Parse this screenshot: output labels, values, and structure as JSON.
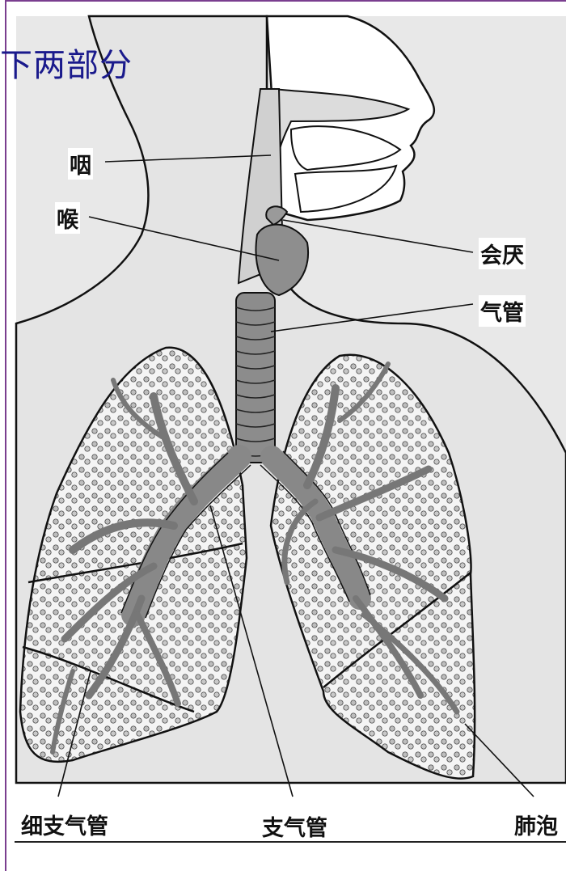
{
  "slide": {
    "heading": "下两部分"
  },
  "labels": {
    "pharynx": "咽",
    "larynx": "喉",
    "epiglottis": "会厌",
    "trachea": "气管",
    "bronchiole": "细支气管",
    "bronchus": "支气管",
    "alveoli": "肺泡"
  },
  "colors": {
    "heading": "#1a1a8c",
    "frame": "#7a3e8f",
    "background_fill": "#e8e8e8",
    "airway_fill": "#8c8c8c",
    "lung_fill": "#f2f2f2"
  }
}
